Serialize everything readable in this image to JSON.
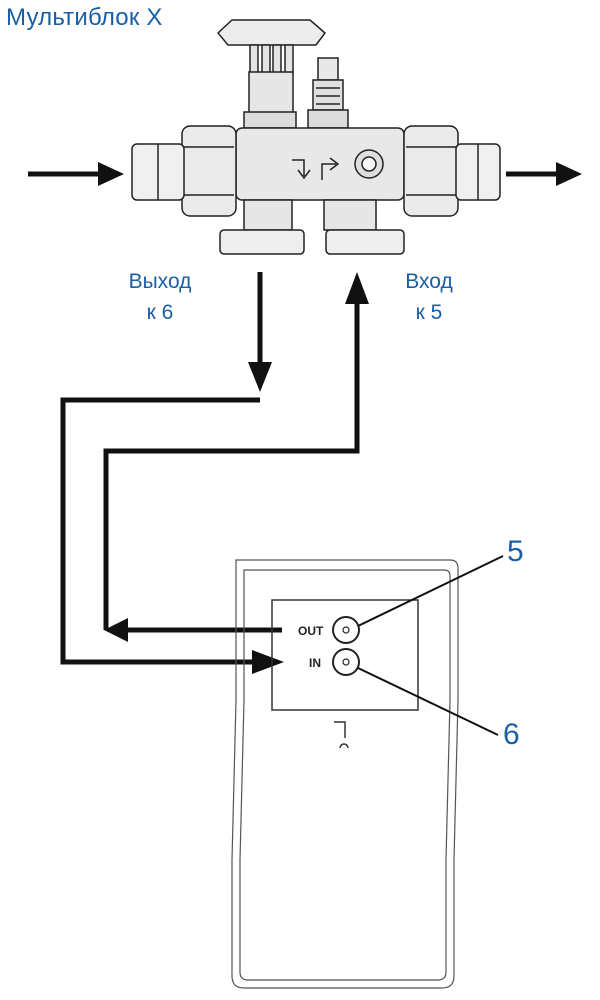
{
  "title": "Мультиблок X",
  "labels": {
    "outlet_line1": "Выход",
    "outlet_line2": "к 6",
    "inlet_line1": "Вход",
    "inlet_line2": "к 5"
  },
  "device": {
    "port_out_label": "OUT",
    "port_in_label": "IN"
  },
  "callouts": {
    "five": "5",
    "six": "6"
  },
  "colors": {
    "label_blue": "#1a5fa6",
    "line": "#111111"
  }
}
